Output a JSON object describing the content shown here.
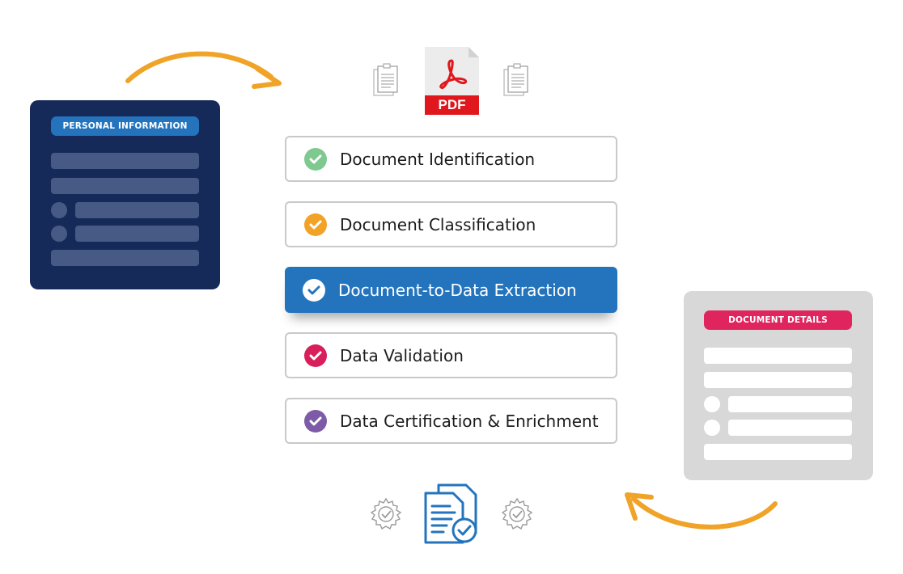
{
  "personal_card": {
    "title": "PERSONAL INFORMATION",
    "bg_color": "#162a5a",
    "pill_color": "#2474bd",
    "bar_color": "#475a85"
  },
  "details_card": {
    "title": "DOCUMENT DETAILS",
    "bg_color": "#d8d8d8",
    "pill_color": "#e0245e",
    "bar_color": "#ffffff"
  },
  "pdf_icon": {
    "label": "PDF"
  },
  "steps": [
    {
      "label": "Document Identification",
      "check_color": "#7ec98f",
      "active": false
    },
    {
      "label": "Document Classification",
      "check_color": "#f2a227",
      "active": false
    },
    {
      "label": "Document-to-Data Extraction",
      "check_color": "#ffffff",
      "active": true
    },
    {
      "label": "Data Validation",
      "check_color": "#d81e5b",
      "active": false
    },
    {
      "label": "Data Certification & Enrichment",
      "check_color": "#7d5ba6",
      "active": false
    }
  ],
  "colors": {
    "arrow": "#f0a326",
    "active_step": "#2474bd",
    "doc_icon_blue": "#2474bd",
    "gear_gray": "#9a9a9a"
  },
  "icons": [
    "document-stack-icon",
    "pdf-icon",
    "certified-document-icon",
    "gear-check-icon",
    "curved-arrow-icon"
  ]
}
